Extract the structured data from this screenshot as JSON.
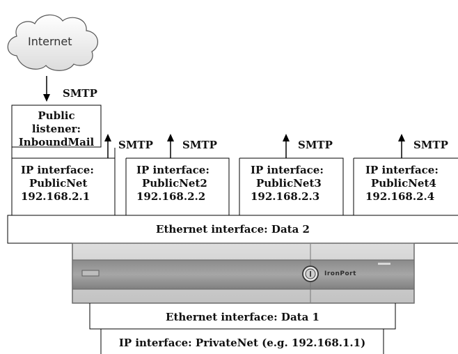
{
  "cloud": {
    "label": "Internet"
  },
  "inbound_protocol": "SMTP",
  "listener": {
    "line1": "Public",
    "line2": "listener:",
    "line3": "InboundMail"
  },
  "interfaces": [
    {
      "line1": "IP interface:",
      "line2": "PublicNet",
      "line3": "192.168.2.1",
      "protocol": "SMTP"
    },
    {
      "line1": "IP interface:",
      "line2": "PublicNet2",
      "line3": "192.168.2.2",
      "protocol": "SMTP"
    },
    {
      "line1": "IP interface:",
      "line2": "PublicNet3",
      "line3": "192.168.2.3",
      "protocol": "SMTP"
    },
    {
      "line1": "IP interface:",
      "line2": "PublicNet4",
      "line3": "192.168.2.4",
      "protocol": "SMTP"
    }
  ],
  "ethernet_data2": "Ethernet interface: Data 2",
  "appliance": {
    "brand": "IronPort"
  },
  "ethernet_data1": "Ethernet interface: Data 1",
  "private_interface": "IP interface: PrivateNet (e.g. 192.168.1.1)"
}
